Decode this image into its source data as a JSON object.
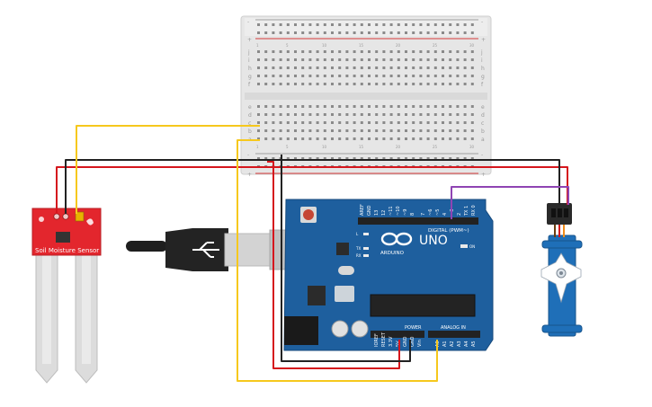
{
  "breadboard": {
    "plus_symbol": "+",
    "minus_symbol": "-",
    "row_letters_top": [
      "j",
      "i",
      "h",
      "g",
      "f"
    ],
    "row_letters_bottom": [
      "e",
      "d",
      "c",
      "b",
      "a"
    ],
    "column_numbers": [
      "1",
      "5",
      "10",
      "15",
      "20",
      "25",
      "30"
    ]
  },
  "sensor": {
    "label": "Soil Moisture Sensor"
  },
  "arduino": {
    "brand": "ARDUINO",
    "model": "UNO",
    "digital_header": "DIGITAL (PWM~)",
    "power_header": "POWER",
    "analog_header": "ANALOG IN",
    "on_label": "ON",
    "tx_label": "TX",
    "rx_label": "RX",
    "l_label": "L",
    "digital_pins": [
      "AREF",
      "GND",
      "13",
      "12",
      "~11",
      "~10",
      "~9",
      "8",
      "7",
      "~6",
      "~5",
      "4",
      "~3",
      "2",
      "TX 1",
      "RX 0"
    ],
    "power_pins": [
      "IOREF",
      "RESET",
      "3.3V",
      "5V",
      "GND",
      "GND",
      "Vin"
    ],
    "analog_pins": [
      "A0",
      "A1",
      "A2",
      "A3",
      "A4",
      "A5"
    ]
  },
  "colors": {
    "wire_red": "#d5161d",
    "wire_black": "#222222",
    "wire_yellow": "#f6c81d",
    "wire_purple": "#8f44b3",
    "board_blue": "#1e5f9e",
    "sensor_red": "#e3262d",
    "servo_blue": "#1f6fb8"
  }
}
